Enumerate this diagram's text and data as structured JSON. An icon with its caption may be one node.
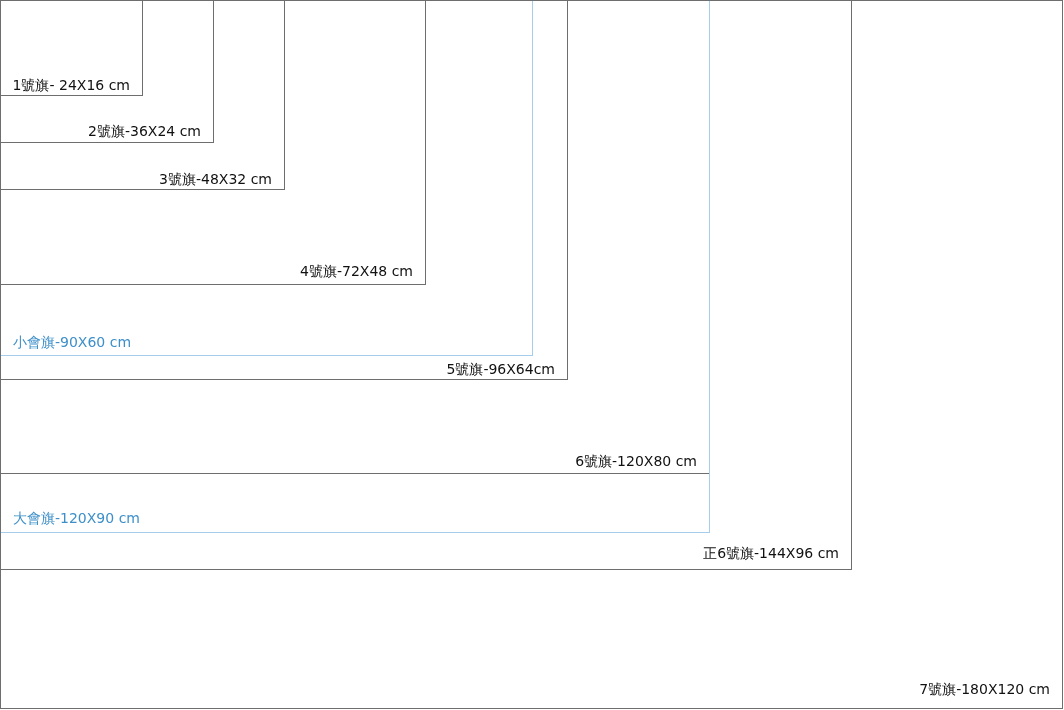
{
  "diagram": {
    "nodes": [
      {
        "text": [
          "7號旗-180X120 cm"
        ]
      },
      {
        "text": [
          "正6號旗-144X96 cm"
        ],
        "in": 0
      },
      {
        "text": [
          "大會旗-120X90 cm"
        ],
        "in": 1
      },
      {
        "text": [
          "6號旗-120X80 cm"
        ],
        "in": 2
      },
      {
        "text": [
          "5號旗-96X64cm"
        ],
        "in": 3
      },
      {
        "text": [
          "小會旗-90X60 cm"
        ],
        "in": 4
      },
      {
        "text": [
          "4號旗-72X48 cm"
        ],
        "in": 5
      },
      {
        "text": [
          "3號旗-48X32 cm"
        ],
        "in": 6
      },
      {
        "text": [
          "2號旗-36X24 cm"
        ],
        "in": 7
      },
      {
        "text": [
          "1號旗- 24X16 cm"
        ],
        "in": 8
      }
    ]
  }
}
